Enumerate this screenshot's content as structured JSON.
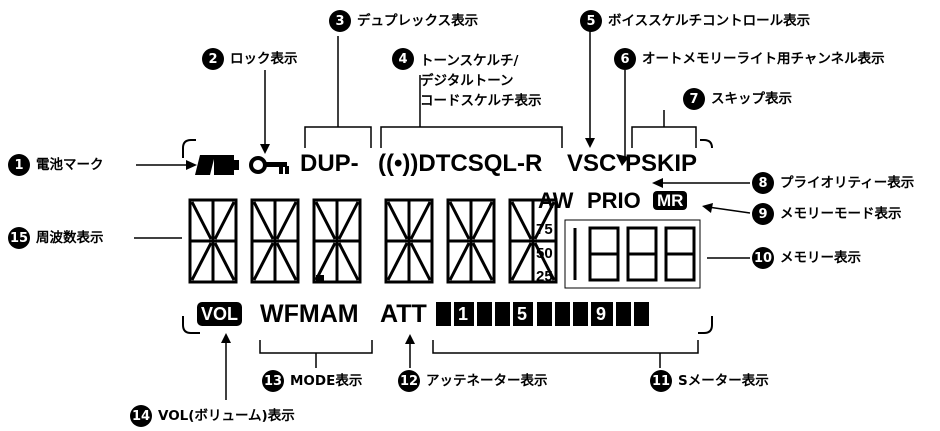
{
  "callouts": [
    {
      "n": "1",
      "label": "電池マーク"
    },
    {
      "n": "2",
      "label": "ロック表示"
    },
    {
      "n": "3",
      "label": "デュプレックス表示"
    },
    {
      "n": "4",
      "label": "トーンスケルチ/\nデジタルトーン\nコードスケルチ表示"
    },
    {
      "n": "5",
      "label": "ボイススケルチコントロール表示"
    },
    {
      "n": "6",
      "label": "オートメモリーライト用チャンネル表示"
    },
    {
      "n": "7",
      "label": "スキップ表示"
    },
    {
      "n": "8",
      "label": "プライオリティー表示"
    },
    {
      "n": "9",
      "label": "メモリーモード表示"
    },
    {
      "n": "10",
      "label": "メモリー表示"
    },
    {
      "n": "11",
      "label": "Sメーター表示"
    },
    {
      "n": "12",
      "label": "アッテネーター表示"
    },
    {
      "n": "13",
      "label": "MODE表示"
    },
    {
      "n": "14",
      "label": "VOL(ボリューム)表示"
    },
    {
      "n": "15",
      "label": "周波数表示"
    }
  ],
  "lcd": {
    "dup": "DUP-",
    "tone": "((•))DTCSQL-R",
    "vsc": "VSC",
    "pskip": "PSKIP",
    "aw": "AW",
    "prio": "PRIO",
    "mr": "MR",
    "freq_digits": "888.888",
    "khz": [
      "75",
      "50",
      "25"
    ],
    "mem_digits": "1888",
    "vol": "VOL",
    "modes": "WFMAM",
    "att": "ATT",
    "smeter_labels": [
      "1",
      "5",
      "9"
    ]
  }
}
